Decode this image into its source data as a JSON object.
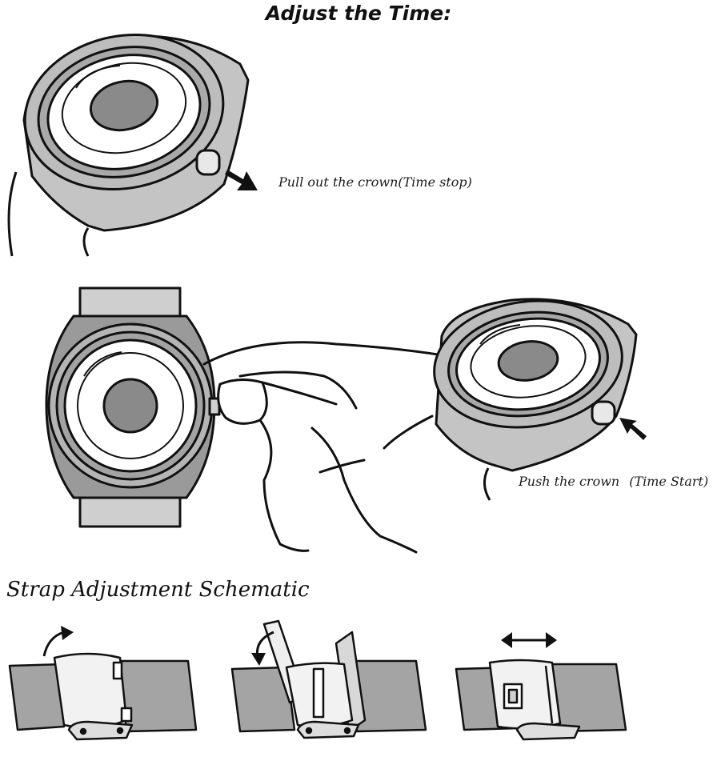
{
  "title": "Adjust the Time:",
  "steps": [
    {
      "label": "Pull out the crown(Time stop)"
    },
    {
      "label": "Push the crown",
      "label_extra": "(Time Start)"
    }
  ],
  "strap_heading": "Strap Adjustment Schematic",
  "colors": {
    "ink": "#111111",
    "case": "#b8b8b8",
    "dial_center": "#8a8a8a",
    "strap": "#9e9e9e",
    "paper": "#ffffff"
  }
}
